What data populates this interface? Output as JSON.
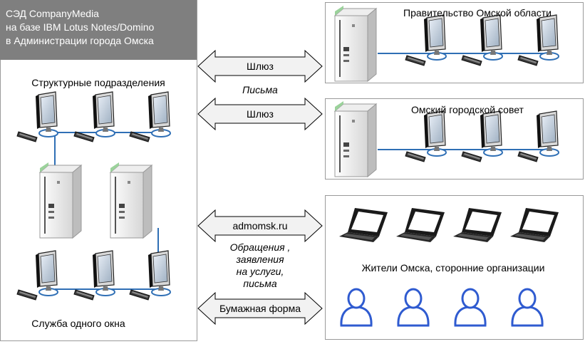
{
  "title_lines": [
    "СЭД CompanyMedia",
    "на базе IBM Lotus Notes/Domino",
    "в Администрации города Омска"
  ],
  "left": {
    "label_top": "Структурные подразделения",
    "label_bottom": "Служба одного окна"
  },
  "right": {
    "gov_label": "Правительство Омской области",
    "council_label": "Омский городской совет",
    "citizens_label": "Жители Омска, сторонние организации"
  },
  "arrows": [
    {
      "label": "Шлюз"
    },
    {
      "label": "Шлюз"
    },
    {
      "label": "admomsk.ru"
    },
    {
      "label": "Бумажная форма"
    }
  ],
  "annotations": {
    "letters": "Письма",
    "appeals_lines": [
      "Обращения ,",
      "заявления",
      "на услуги,",
      "письма"
    ]
  },
  "colors": {
    "title_bg": "#7f7f7f",
    "link_blue": "#2f6fb5",
    "person_outline": "#2f5bd0",
    "arrow_fill": "#f2f2f2"
  }
}
